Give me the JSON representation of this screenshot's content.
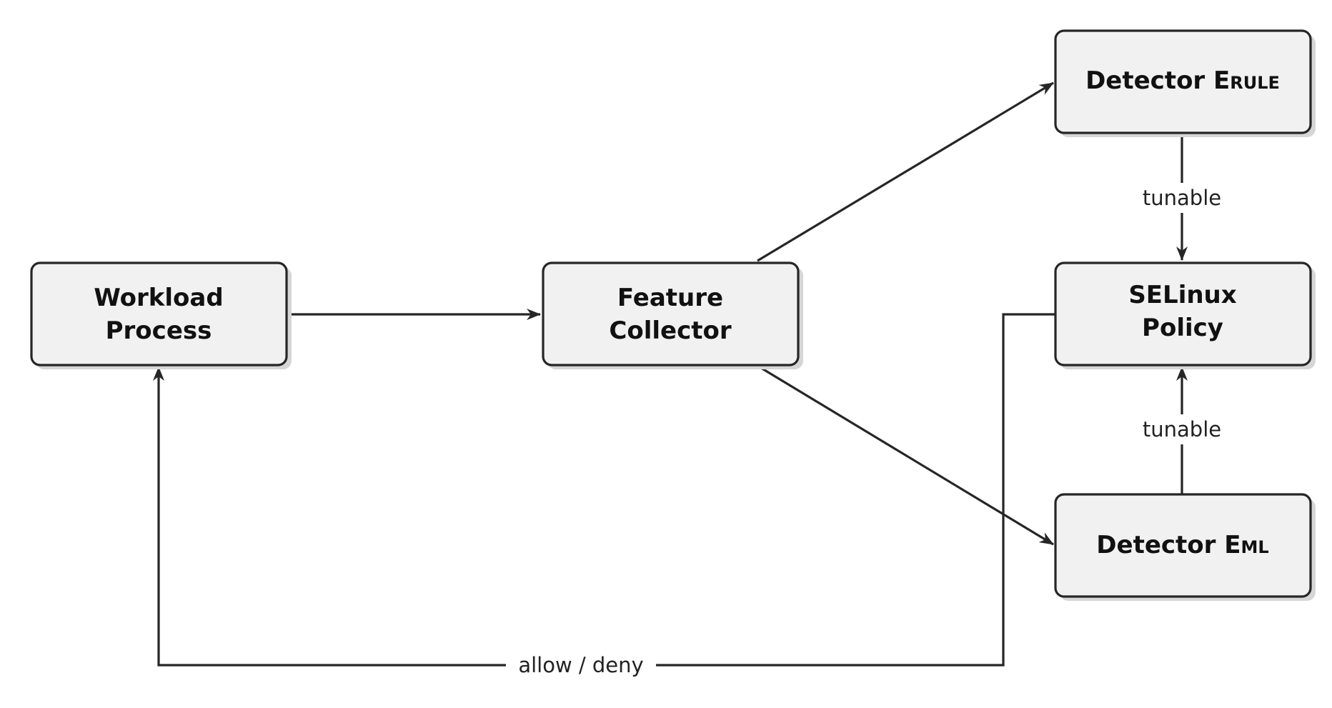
{
  "nodes": {
    "workload": {
      "line1": "Workload",
      "line2": "Process"
    },
    "collector": {
      "line1": "Feature",
      "line2": "Collector"
    },
    "detector_rule": {
      "name": "Detector E",
      "subscript": "RULE"
    },
    "selinux": {
      "line1": "SELinux",
      "line2": "Policy"
    },
    "detector_ml": {
      "name": "Detector E",
      "subscript": "ML"
    }
  },
  "edges": {
    "rule_to_policy": {
      "label": "tunable"
    },
    "ml_to_policy": {
      "label": "tunable"
    },
    "policy_to_workload": {
      "label": "allow / deny"
    }
  },
  "colors": {
    "node_fill": "#f1f1f1",
    "node_stroke": "#262626",
    "shadow": "#d6d6d6"
  }
}
